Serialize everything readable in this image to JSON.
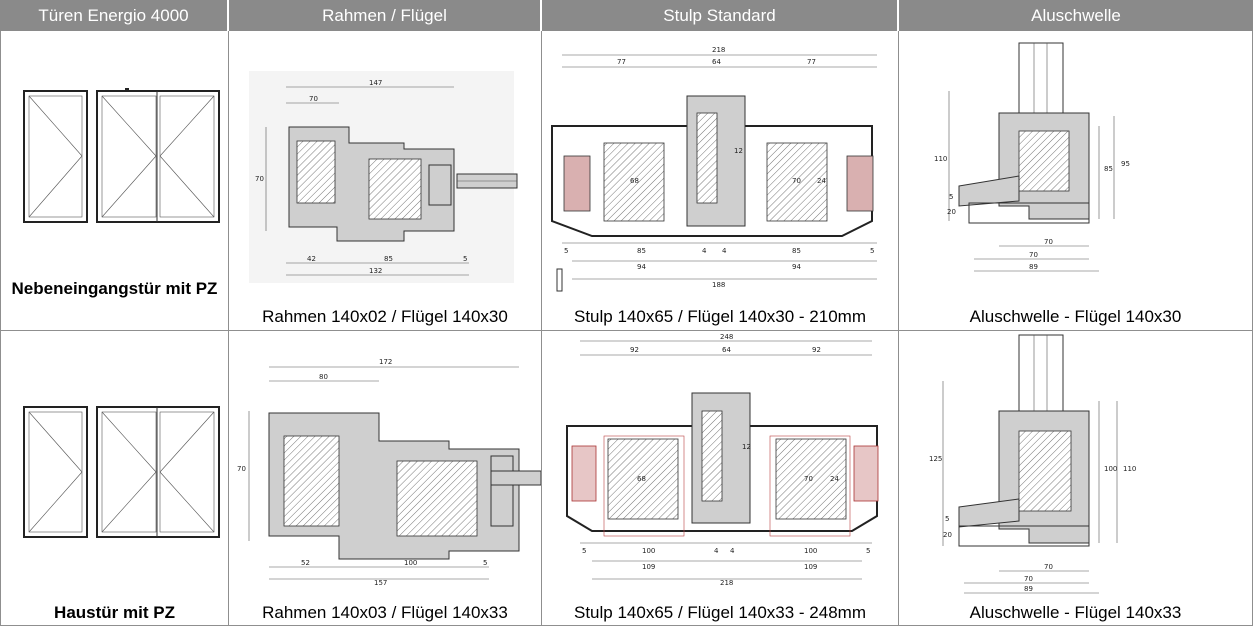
{
  "headers": [
    "Türen Energio 4000",
    "Rahmen / Flügel",
    "Stulp Standard",
    "Aluschwelle"
  ],
  "rows": [
    {
      "door_label": "Nebeneingangstür mit PZ",
      "frame_caption": "Rahmen 140x02 / Flügel 140x30",
      "stulp_caption": "Stulp 140x65 / Flügel 140x30 - 210mm",
      "alu_caption": "Aluschwelle - Flügel 140x30",
      "frame_dims": {
        "total": "147",
        "top": "70",
        "height": "70",
        "a": "42",
        "b": "85",
        "c": "5",
        "bottom": "132"
      },
      "stulp_dims": {
        "total": "218",
        "l": "77",
        "m": "64",
        "r": "77",
        "h1": "68",
        "h2": "70",
        "h3": "24",
        "g": "12",
        "a": "85",
        "b": "85",
        "c": "94",
        "d": "94",
        "e": "188",
        "s1": "5",
        "s2": "5",
        "s3": "4",
        "s4": "4"
      },
      "alu_dims": {
        "h1": "110",
        "h2": "85",
        "h3": "95",
        "s1": "5",
        "s2": "20",
        "w1": "70",
        "w2": "70",
        "w3": "89"
      }
    },
    {
      "door_label": "Haustür mit PZ",
      "frame_caption": "Rahmen 140x03 / Flügel 140x33",
      "stulp_caption": "Stulp 140x65 / Flügel 140x33 - 248mm",
      "alu_caption": "Aluschwelle - Flügel 140x33",
      "frame_dims": {
        "total": "172",
        "top": "80",
        "height": "70",
        "a": "52",
        "b": "100",
        "c": "5",
        "bottom": "157"
      },
      "stulp_dims": {
        "total": "248",
        "l": "92",
        "m": "64",
        "r": "92",
        "h1": "68",
        "h2": "70",
        "h3": "24",
        "g": "12",
        "a": "100",
        "b": "100",
        "c": "109",
        "d": "109",
        "e": "218",
        "s1": "5",
        "s2": "5",
        "s3": "4",
        "s4": "4"
      },
      "alu_dims": {
        "h1": "125",
        "h2": "100",
        "h3": "110",
        "s1": "5",
        "s2": "20",
        "w1": "70",
        "w2": "70",
        "w3": "89"
      }
    }
  ],
  "colors": {
    "header_bg": "#8a8a8a",
    "header_text": "#ffffff",
    "grid": "#8f8f8f",
    "drawing": "#333333",
    "threshold_accent": "#e7c6c6"
  }
}
